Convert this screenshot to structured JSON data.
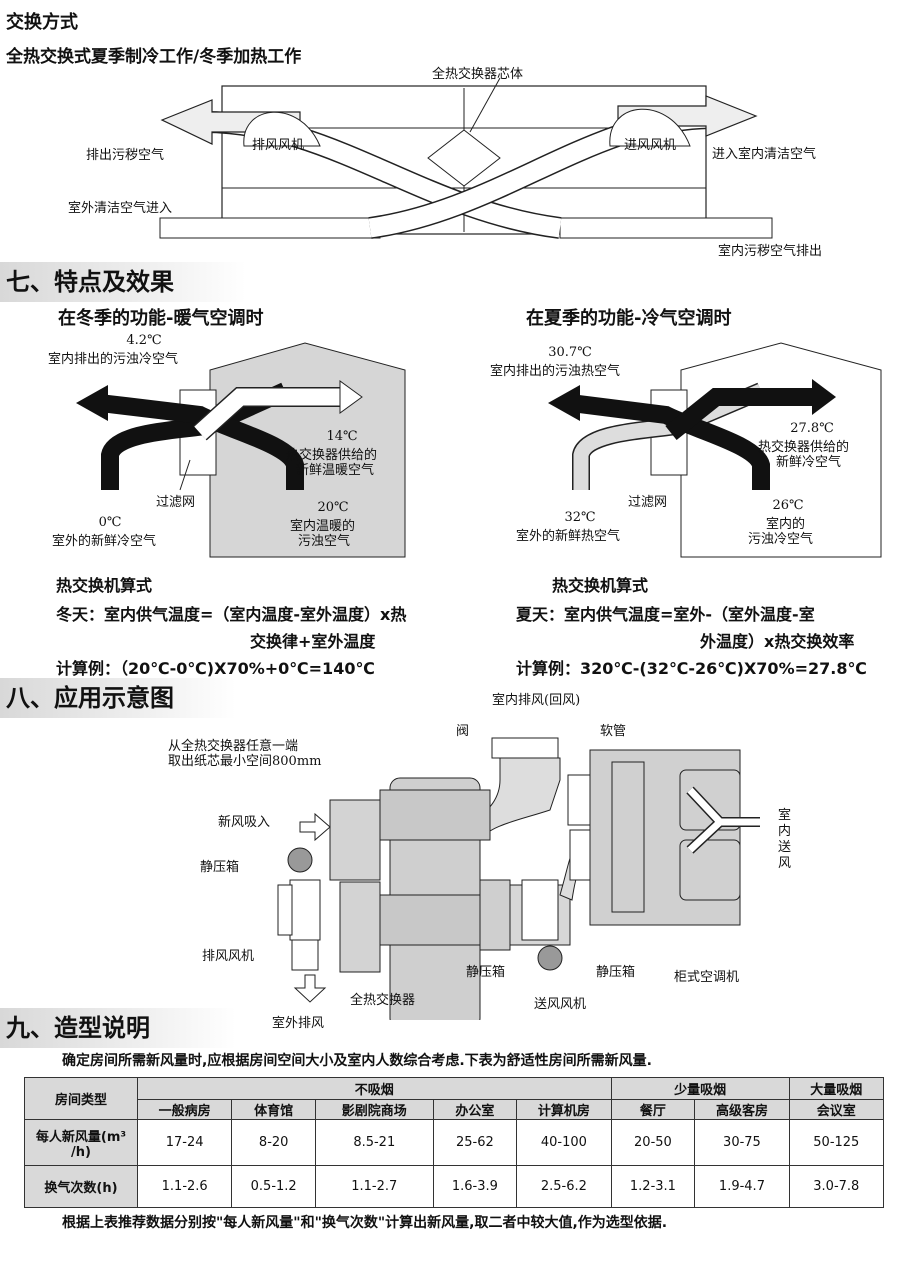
{
  "exchange": {
    "title": "交换方式",
    "subtitle": "全热交换式夏季制冷工作/冬季加热工作",
    "core": "全热交换器芯体",
    "exhaust_fan": "排风风机",
    "intake_fan": "进风风机",
    "exhaust_dirty": "排出污秽空气",
    "outdoor_in": "室外清洁空气进入",
    "indoor_clean": "进入室内清洁空气",
    "indoor_dirty": "室内污秽空气排出"
  },
  "section7": {
    "heading": "七、特点及效果",
    "winter": {
      "title": "在冬季的功能-暖气空调时",
      "t1": "4.2℃",
      "l1": "室内排出的污浊冷空气",
      "t2": "14℃",
      "l2a": "热交换器供给的",
      "l2b": "新鲜温暖空气",
      "filter": "过滤网",
      "t3": "0℃",
      "l3": "室外的新鲜冷空气",
      "t4": "20℃",
      "l4a": "室内温暖的",
      "l4b": "污浊空气"
    },
    "summer": {
      "title": "在夏季的功能-冷气空调时",
      "t1": "30.7℃",
      "l1": "室内排出的污浊热空气",
      "t2": "27.8℃",
      "l2a": "热交换器供给的",
      "l2b": "新鲜冷空气",
      "filter": "过滤网",
      "t3": "32℃",
      "l3": "室外的新鲜热空气",
      "t4": "26℃",
      "l4a": "室内的",
      "l4b": "污浊冷空气"
    },
    "formula_left": {
      "title": "热交换机算式",
      "line1": "冬天：室内供气温度=（室内温度-室外温度）x热",
      "line2": "交换律+室外温度",
      "example": "计算例：（20℃-0℃)X70%+0℃=140℃"
    },
    "formula_right": {
      "title": "热交换机算式",
      "line1": "夏天：室内供气温度=室外-（室外温度-室",
      "line2": "外温度）x热交换效率",
      "example": "计算例：320℃-(32℃-26℃)X70%=27.8℃"
    }
  },
  "section8": {
    "heading": "八、应用示意图",
    "note1": "从全热交换器任意一端",
    "note2": "取出纸芯最小空间800mm",
    "return_air": "室内排风(回风)",
    "valve": "阀",
    "hose": "软管",
    "fresh_in": "新风吸入",
    "static_box": "静压箱",
    "exhaust_fan": "排风风机",
    "indoor_supply": "室内送风",
    "outdoor_exhaust": "室外排风",
    "hrv": "全热交换器",
    "static_box2": "静压箱",
    "supply_fan": "送风风机",
    "static_box3": "静压箱",
    "cabinet_ac": "柜式空调机"
  },
  "section9": {
    "heading": "九、造型说明",
    "intro": "确定房间所需新风量时,应根据房间空间大小及室内人数综合考虑.下表为舒适性房间所需新风量.",
    "table": {
      "room_type": "房间类型",
      "groups": [
        "不吸烟",
        "少量吸烟",
        "大量吸烟"
      ],
      "columns": [
        "一般病房",
        "体育馆",
        "影剧院商场",
        "办公室",
        "计算机房",
        "餐厅",
        "高级客房",
        "会议室"
      ],
      "row1_label_a": "每人新风量(m³",
      "row1_label_b": "/h)",
      "row1": [
        "17-24",
        "8-20",
        "8.5-21",
        "25-62",
        "40-100",
        "20-50",
        "30-75",
        "50-125"
      ],
      "row2_label": "换气次数(h)",
      "row2": [
        "1.1-2.6",
        "0.5-1.2",
        "1.1-2.7",
        "1.6-3.9",
        "2.5-6.2",
        "1.2-3.1",
        "1.9-4.7",
        "3.0-7.8"
      ]
    },
    "footer": "根据上表推荐数据分别按\"每人新风量\"和\"换气次数\"计算出新风量,取二者中较大值,作为选型依据."
  }
}
